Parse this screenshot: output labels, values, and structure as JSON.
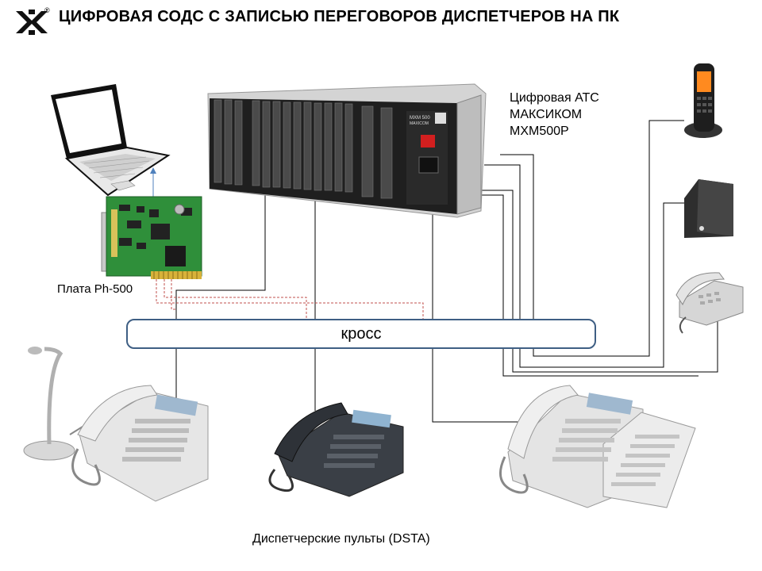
{
  "header": {
    "title": "ЦИФРОВАЯ СОДС С ЗАПИСЬЮ ПЕРЕГОВОРОВ ДИСПЕТЧЕРОВ НА ПК",
    "logo_mark": "®"
  },
  "pbx": {
    "label_lines": [
      "Цифровая АТС",
      "МАКСИКОМ",
      "MXM500P"
    ],
    "front_model": "MXM 500",
    "front_brand": "MAXICOM"
  },
  "board": {
    "label": "Плата Ph-500"
  },
  "cross": {
    "label": "кросс"
  },
  "consoles": {
    "label": "Диспетчерские пульты (DSTA)"
  },
  "colors": {
    "cross_border": "#3f5f84",
    "arrow": "#4f81bd",
    "dashed": "#c0504d",
    "line": "#000000",
    "pcb_green": "#2f8f3a",
    "pbx_body": "#d4d4d4",
    "pbx_front": "#1f1f1f",
    "power_switch": "#d21f1f"
  },
  "icons": [
    "logo-icon",
    "laptop-icon",
    "pcb-board-icon",
    "pbx-rack-icon",
    "dect-phone-icon",
    "card-reader-icon",
    "desk-phone-icon",
    "gooseneck-mic-icon",
    "dispatcher-console-icon"
  ]
}
